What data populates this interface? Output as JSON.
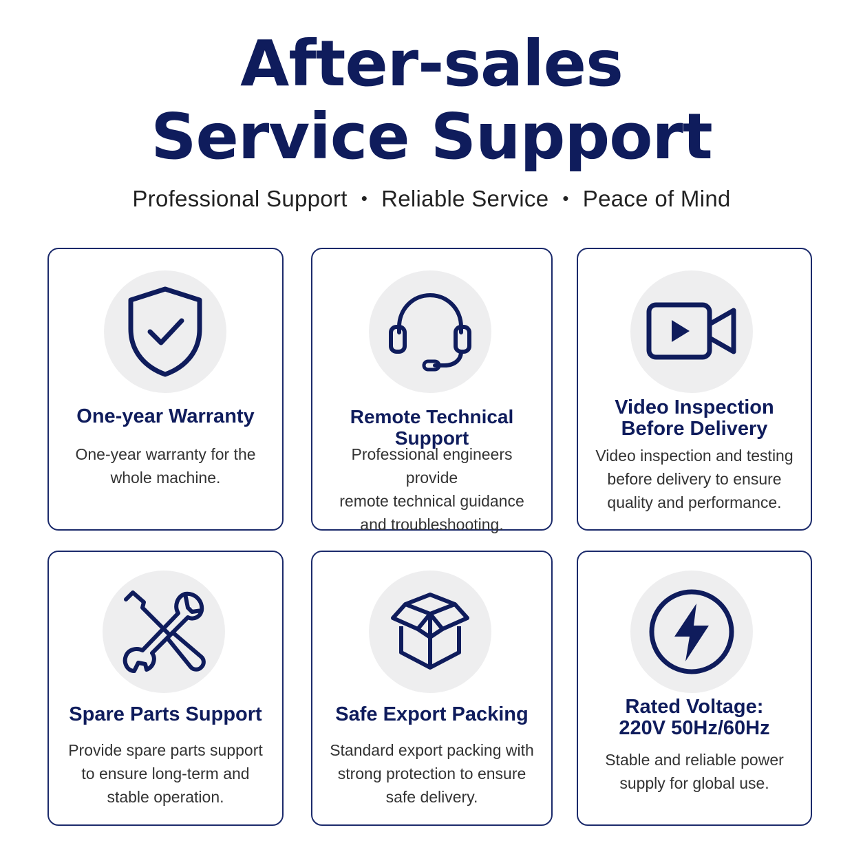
{
  "header": {
    "title_line1": "After-sales",
    "title_line2": "Service Support",
    "subtitle_parts": [
      "Professional Support",
      "Reliable Service",
      "Peace of Mind"
    ],
    "subtitle_separator": "•"
  },
  "colors": {
    "primary": "#0f1c5c",
    "card_border": "#1b2a6b",
    "icon_bg": "#eeeeef",
    "text": "#333333"
  },
  "cards": [
    {
      "icon": "shield-check-icon",
      "title": "One-year Warranty",
      "description": "One-year warranty for the\nwhole machine."
    },
    {
      "icon": "headset-icon",
      "title": "Remote Technical Support",
      "description": "Professional engineers provide\nremote technical guidance\nand troubleshooting."
    },
    {
      "icon": "video-camera-icon",
      "title": "Video Inspection\nBefore Delivery",
      "description": "Video inspection and testing\nbefore delivery to ensure\nquality and performance."
    },
    {
      "icon": "wrench-screwdriver-icon",
      "title": "Spare Parts Support",
      "description": "Provide spare parts support\nto ensure long-term and\nstable operation."
    },
    {
      "icon": "open-box-icon",
      "title": "Safe Export Packing",
      "description": "Standard export packing with\nstrong protection to ensure\nsafe delivery."
    },
    {
      "icon": "lightning-bolt-icon",
      "title": "Rated Voltage:\n220V 50Hz/60Hz",
      "description": "Stable and reliable power\nsupply for global use."
    }
  ]
}
